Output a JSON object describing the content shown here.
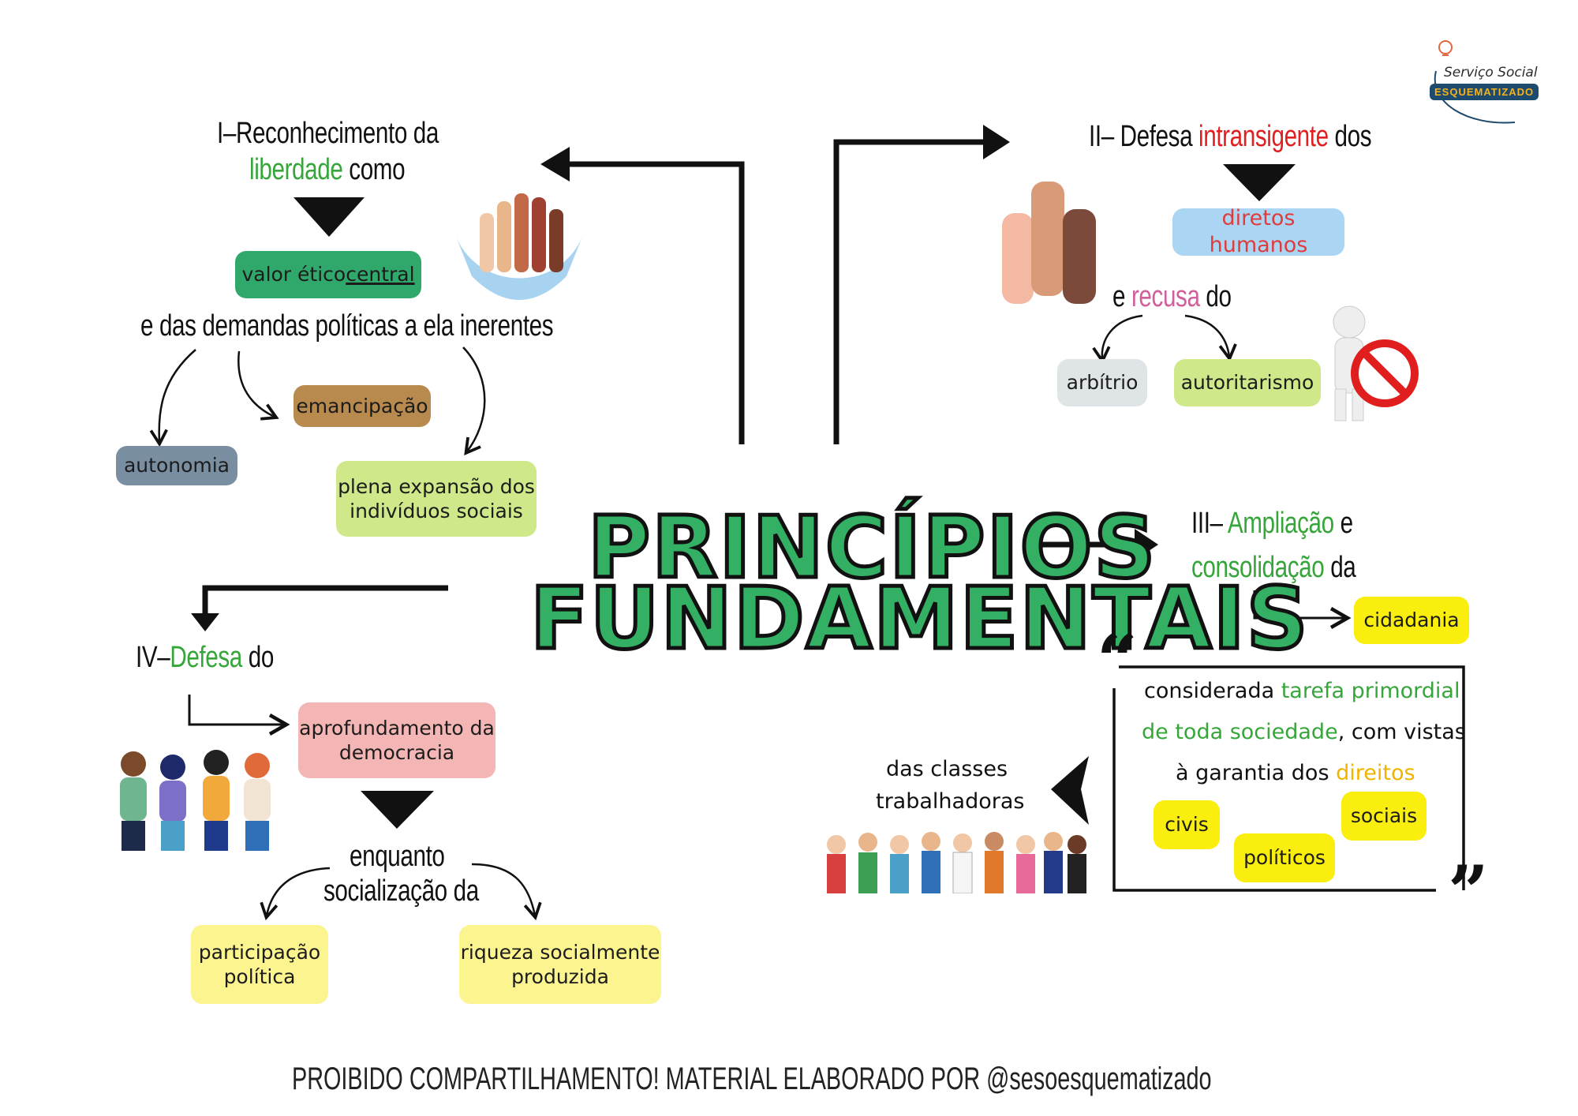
{
  "title": {
    "line1": "PRINCÍPIOS",
    "line2": "FUNDAMENTAIS"
  },
  "logo": {
    "line1": "Serviço Social",
    "line2": "ESQUEMATIZADO"
  },
  "p1": {
    "heading_a": "I–Reconhecimento da",
    "heading_highlight": "liberdade",
    "heading_b": " como",
    "box_value_a": "valor ético ",
    "box_value_b": "central",
    "demands": "e das demandas políticas a ela inerentes",
    "autonomy": "autonomia",
    "emancipation": "emancipação",
    "expansion_l1": "plena expansão dos",
    "expansion_l2": "indivíduos sociais"
  },
  "p2": {
    "heading_a": "II– Defesa ",
    "heading_highlight": "intransigente",
    "heading_b": " dos",
    "human_rights": "diretos humanos",
    "refusal_a": "e ",
    "refusal_highlight": "recusa",
    "refusal_b": " do",
    "arbitrary": "arbítrio",
    "authoritarian": "autoritarismo"
  },
  "p3": {
    "heading_a": "III– ",
    "heading_highlight1": "Ampliação",
    "heading_b": " e",
    "heading_highlight2": "consolidação",
    "heading_c": " da",
    "citizenship": "cidadania",
    "quote_l1_a": "considerada ",
    "quote_l1_hl": "tarefa primordial",
    "quote_l2_hl": "de toda sociedade",
    "quote_l2_b": ", com vistas",
    "quote_l3_a": "à garantia dos ",
    "quote_l3_hl": "direitos",
    "civil": "civis",
    "political": "políticos",
    "social": "sociais",
    "classes_l1": "das classes",
    "classes_l2": "trabalhadoras",
    "open_quote": "“",
    "close_quote": "”"
  },
  "p4": {
    "heading_a": "IV–",
    "heading_highlight": "Defesa",
    "heading_b": " do",
    "democracy_l1": "aprofundamento da",
    "democracy_l2": "democracia",
    "while_l1": "enquanto",
    "while_l2": "socialização da",
    "participation_l1": "participação",
    "participation_l2": "política",
    "wealth_l1": "riqueza socialmente",
    "wealth_l2": "produzida"
  },
  "footer": "PROIBIDO COMPARTILHAMENTO!  MATERIAL ELABORADO POR @sesoesquematizado",
  "colors": {
    "title_green": "#33b064",
    "highlight_green": "#36a63b",
    "highlight_red": "#e02020",
    "box_green": "#31a86b",
    "box_tan": "#b98a4e",
    "box_slate": "#7a8ea2",
    "box_lime": "#cfe98a",
    "box_blue": "#abd6f3",
    "box_grey": "#dfe5e6",
    "box_pink": "#f4b5b5",
    "box_yellow": "#f9ee0d"
  }
}
